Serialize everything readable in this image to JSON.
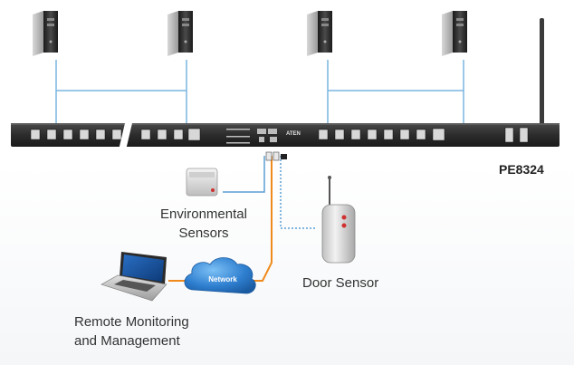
{
  "diagram": {
    "model": "PE8324",
    "labels": {
      "environmental_sensors_line1": "Environmental",
      "environmental_sensors_line2": "Sensors",
      "door_sensor": "Door Sensor",
      "remote_line1": "Remote Monitoring",
      "remote_line2": "and Management",
      "network": "Network",
      "brand": "ATEN"
    },
    "colors": {
      "network_link": "#f08a1c",
      "sensor_link": "#5a9fd4",
      "server_link": "#7ab6e0",
      "pdu_body": "#2f2f2f",
      "cloud": "#2f7fd0"
    },
    "icons": {
      "servers": [
        "server-tower-icon",
        "server-tower-icon",
        "server-tower-icon",
        "server-tower-icon"
      ],
      "pdu": "pdu-strip-icon",
      "environmental": "environmental-sensor-icon",
      "door": "door-sensor-icon",
      "laptop": "laptop-icon",
      "cloud": "network-cloud-icon"
    }
  }
}
